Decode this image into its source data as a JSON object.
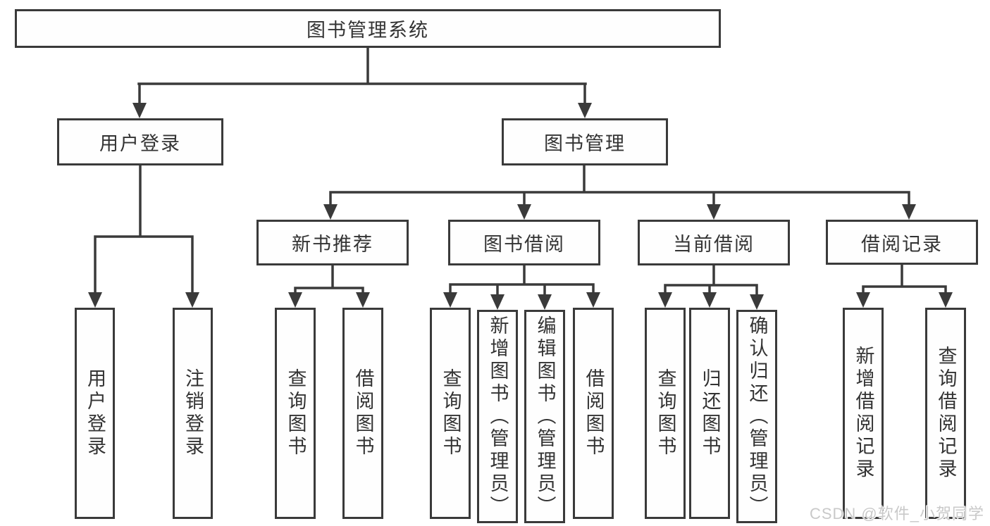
{
  "theme": {
    "background": "#ffffff",
    "line_color": "#3a3a3a",
    "box_border_color": "#3a3a3a",
    "box_background": "#fefefe",
    "text_color": "#333333",
    "watermark_color": "#c9c9c9"
  },
  "tree": {
    "root": {
      "label": "图书管理系统"
    },
    "branches": [
      {
        "label": "用户登录",
        "children": [
          {
            "label": "用户登录"
          },
          {
            "label": "注销登录"
          }
        ]
      },
      {
        "label": "图书管理",
        "children": [
          {
            "label": "新书推荐",
            "children": [
              {
                "label": "查询图书"
              },
              {
                "label": "借阅图书"
              }
            ]
          },
          {
            "label": "图书借阅",
            "children": [
              {
                "label": "查询图书"
              },
              {
                "label": "新增图书（管理员）"
              },
              {
                "label": "编辑图书（管理员）"
              },
              {
                "label": "借阅图书"
              }
            ]
          },
          {
            "label": "当前借阅",
            "children": [
              {
                "label": "查询图书"
              },
              {
                "label": "归还图书"
              },
              {
                "label": "确认归还（管理员）"
              }
            ]
          },
          {
            "label": "借阅记录",
            "children": [
              {
                "label": "新增借阅记录"
              },
              {
                "label": "查询借阅记录"
              }
            ]
          }
        ]
      }
    ]
  },
  "watermark": {
    "text": "CSDN @软件_小贺同学"
  }
}
